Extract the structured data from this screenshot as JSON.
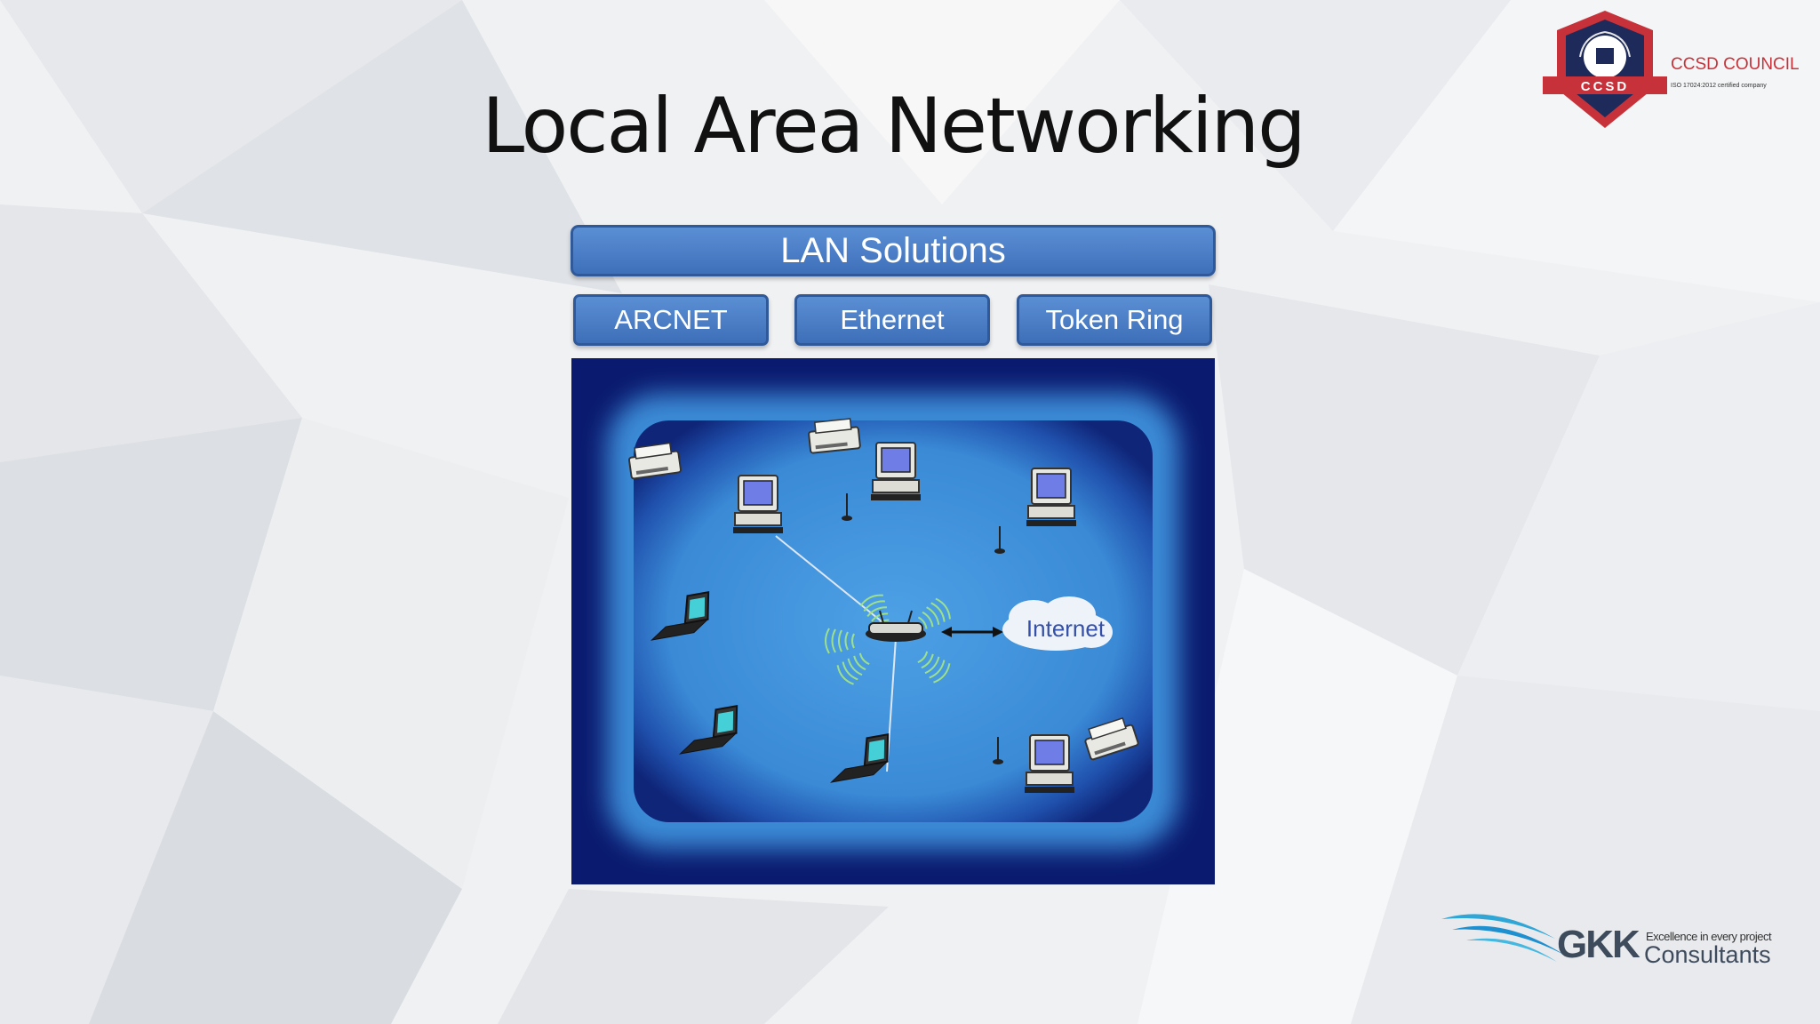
{
  "slide": {
    "title": "Local Area Networking"
  },
  "lan": {
    "header": "LAN Solutions",
    "options": [
      "ARCNET",
      "Ethernet",
      "Token Ring"
    ]
  },
  "diagram": {
    "cloud_label": "Internet"
  },
  "logos": {
    "ccsd": {
      "badge_text": "CCSD",
      "name": "CCSD COUNCIL",
      "subtitle": "ISO 17024:2012 certified company"
    },
    "gkk": {
      "wordmark": "GKK",
      "tagline": "Excellence in every project",
      "sub": "Consultants"
    }
  },
  "colors": {
    "button_blue": "#4a7fc8",
    "button_border": "#30599a",
    "diagram_dark": "#0a1a6e",
    "diagram_light": "#3d8fd8",
    "ccsd_red": "#c7323a",
    "ccsd_navy": "#1d2a5a"
  }
}
